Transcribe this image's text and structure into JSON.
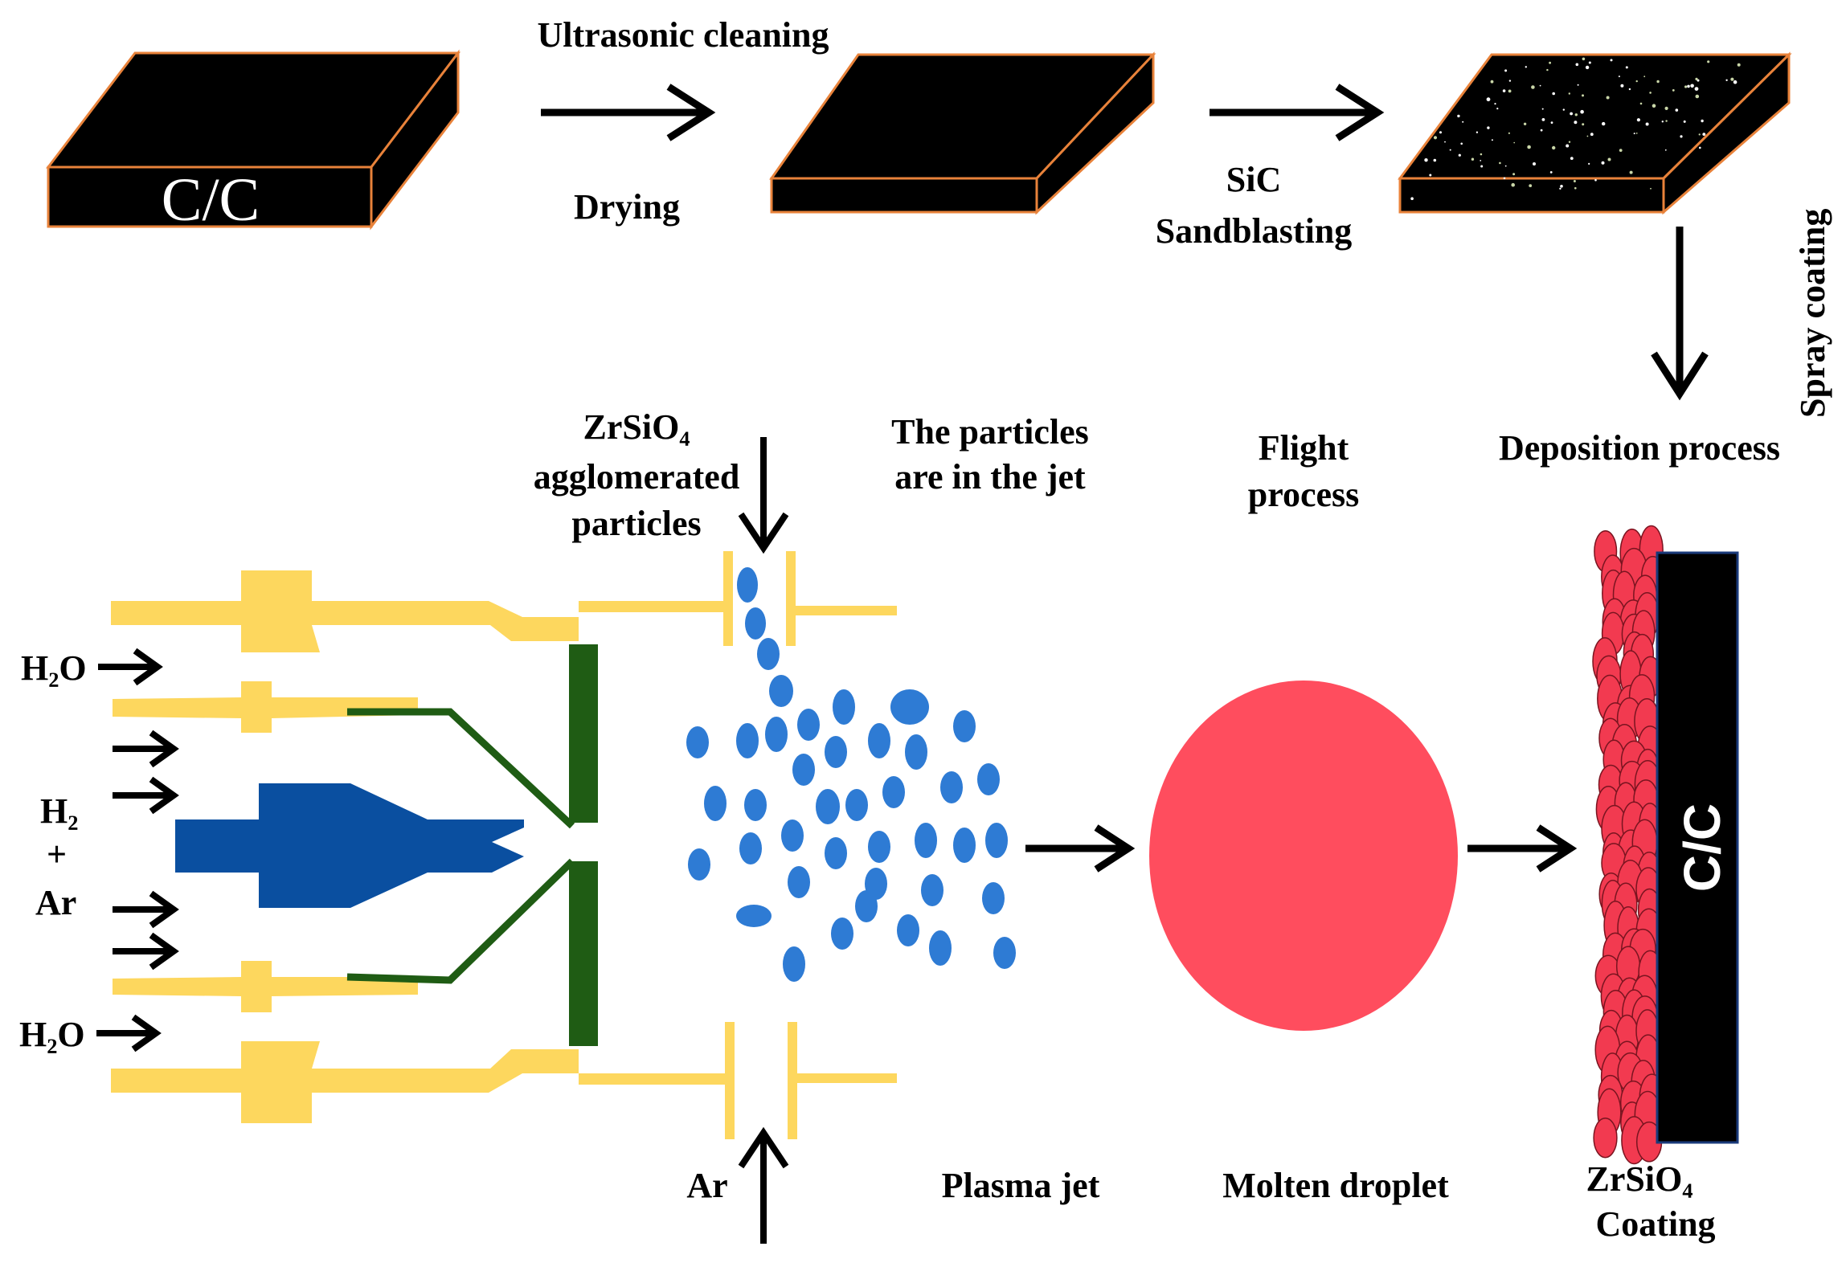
{
  "colors": {
    "block_face": "#000000",
    "block_edge": "#e8823a",
    "nozzle_yellow": "#fdd75e",
    "electrode_blue": "#0a4fa0",
    "green": "#1f5c14",
    "particle_blue": "#2e7bd4",
    "droplet_red": "#ff4d5e",
    "coating_red": "#f23a50"
  },
  "labels": {
    "block1": "C/C",
    "ultrasonic_cleaning": "Ultrasonic cleaning",
    "drying": "Drying",
    "sic": "SiC",
    "sandblasting": "Sandblasting",
    "spray_coating": "Spray coating",
    "deposition_process": "Deposition process",
    "zrsio4_line1": "ZrSiO₄",
    "zrsio4_line2": "agglomerated",
    "zrsio4_line3": "particles",
    "particles_in_jet_line1": "The particles",
    "particles_in_jet_line2": "are in the jet",
    "flight_line1": "Flight",
    "flight_line2": "process",
    "h2o_top": "H₂O",
    "h2": "H₂",
    "plus": "+",
    "ar_left": "Ar",
    "h2o_bottom": "H₂O",
    "ar_bottom": "Ar",
    "plasma_jet": "Plasma jet",
    "molten_droplet": "Molten droplet",
    "coating_line1": "ZrSiO₄",
    "coating_line2": "Coating",
    "substrate": "C/C"
  }
}
